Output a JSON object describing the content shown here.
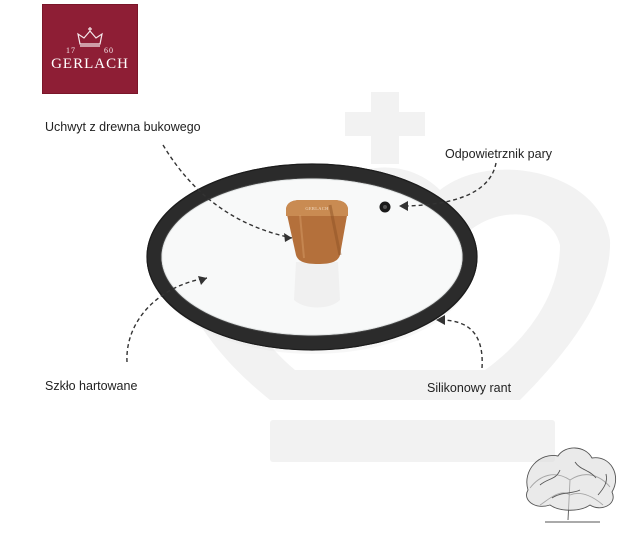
{
  "logo": {
    "years_left": "17",
    "years_right": "60",
    "brand": "GERLACH",
    "background_color": "#8e1e35"
  },
  "handle_logo": "GERLACH",
  "callouts": {
    "handle": "Uchwyt z drewna bukowego",
    "vent": "Odpowietrznik pary",
    "glass": "Szkło hartowane",
    "rim": "Silikonowy rant"
  },
  "colors": {
    "rim": "#2b2b2b",
    "handle_wood": "#b4703b",
    "watermark": "#f1f1f1"
  }
}
